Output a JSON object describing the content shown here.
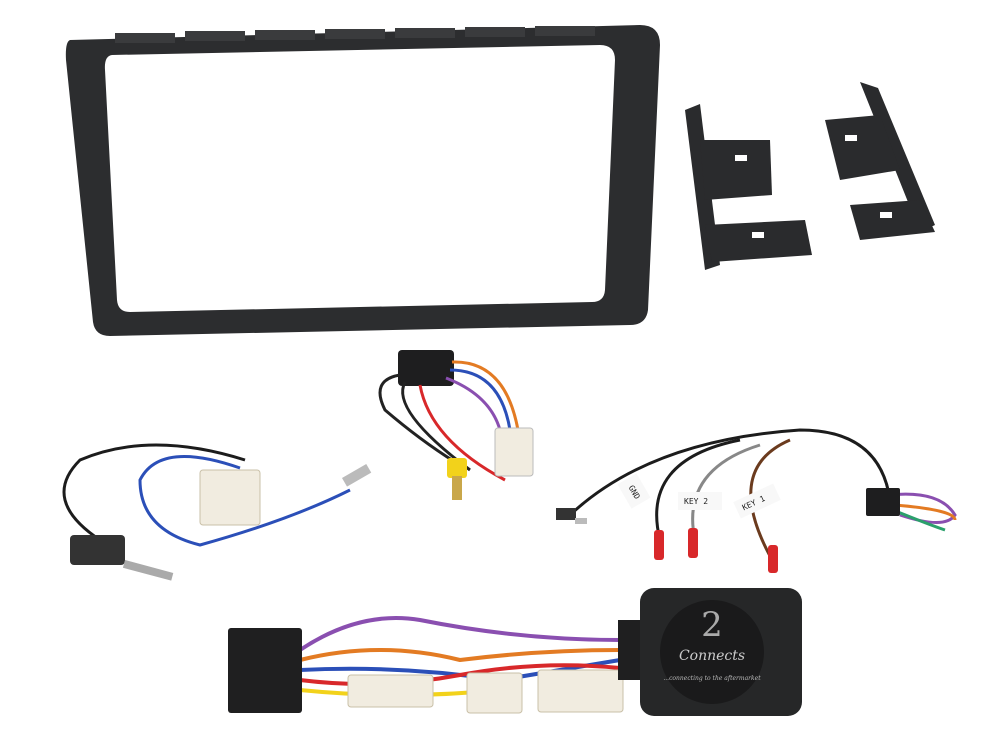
{
  "product_kit": {
    "items": [
      {
        "name": "fascia-frame"
      },
      {
        "name": "mounting-brackets"
      },
      {
        "name": "camera-adapter"
      },
      {
        "name": "antenna-adapter"
      },
      {
        "name": "steering-control-lead"
      },
      {
        "name": "steering-interface-harness"
      }
    ],
    "wire_labels": {
      "gnd": "GND",
      "key2": "KEY 2",
      "key1": "KEY 1"
    },
    "module_logo": {
      "brand": "Connects2",
      "tagline": "...connecting to the aftermarket"
    },
    "colors": {
      "plastic": "#2c2d2f",
      "connector_white": "#f1ece0",
      "rca_yellow": "#f2d21b",
      "wire_red": "#d8282a",
      "wire_blue": "#2b4fb8",
      "background": "#ffffff"
    }
  }
}
